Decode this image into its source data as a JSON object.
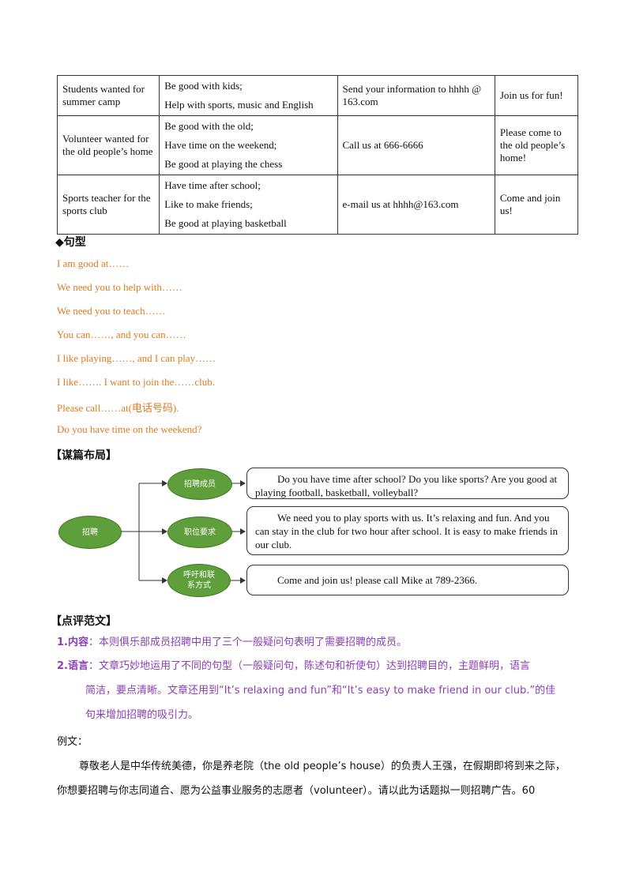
{
  "table": {
    "rows": [
      {
        "title": "Students wanted for summer camp",
        "requirements": [
          "Be good with kids;",
          "Help with sports, music and English"
        ],
        "contact": "Send your information to hhhh @ 163.com",
        "slogan": "Join us for fun!"
      },
      {
        "title": "Volunteer wanted for the old people’s home",
        "requirements": [
          "Be good with the old;",
          "Have time on the weekend;",
          "Be good at playing the chess"
        ],
        "contact": "Call us at 666-6666",
        "slogan": "Please come to the old people’s home!"
      },
      {
        "title": "Sports teacher for the sports club",
        "requirements": [
          "Have time after school;",
          "Like to make friends;",
          "Be good at playing basketball"
        ],
        "contact": "e-mail us at hhhh@163.com",
        "slogan": "Come and join us!"
      }
    ]
  },
  "patterns": {
    "heading": "◆句型",
    "lines": [
      "I am good at……",
      "We need you to help with……",
      "We need you to teach……",
      "You  can……,  and you can……",
      "I like playing……, and I can play……",
      "I  like……. I want to join the……club.",
      "Please call……at(电话号码).",
      "Do you have time on the weekend?"
    ]
  },
  "layout_section": {
    "heading": "【谋篇布局】",
    "root": "招聘",
    "branches": [
      {
        "label": "招聘成员",
        "text": "Do you have time after school? Do you like sports? Are you good at playing football, basketball, volleyball?"
      },
      {
        "label": "职位要求",
        "text": "We need you to play sports with us. It’s relaxing and fun. And you can stay in the club for two hour after school. It is easy to make friends in our club."
      },
      {
        "label": "呼吁和联系方式",
        "text": "Come and join us! please call Mike at 789-2366."
      }
    ]
  },
  "review": {
    "heading": "【点评范文】",
    "content_label": "1.内容",
    "content_text": "：本则俱乐部成员招聘中用了三个一般疑问句表明了需要招聘的成员。",
    "language_label": "2.语言",
    "language_lines": [
      "：文章巧妙地运用了不同的句型（一般疑问句，陈述句和祈使句）达到招聘目的，主题鲜明，语言",
      "简洁，要点清晰。文章还用到“It’s relaxing and fun”和“It’s easy to make friend in our club.”的佳",
      "句来增加招聘的吸引力。"
    ]
  },
  "example": {
    "heading": "例文：",
    "lines": [
      "尊敬老人是中华传统美德，你是养老院（the old people’s house）的负责人王强，在假期即将到来之际，",
      "你想要招聘与你志同道合、愿为公益事业服务的志愿者（volunteer）。请以此为话题拟一则招聘广告。60"
    ]
  },
  "colors": {
    "pattern_text": "#e07a1f",
    "review_text": "#8a3fb8",
    "oval_fill": "#5e9e3b"
  }
}
